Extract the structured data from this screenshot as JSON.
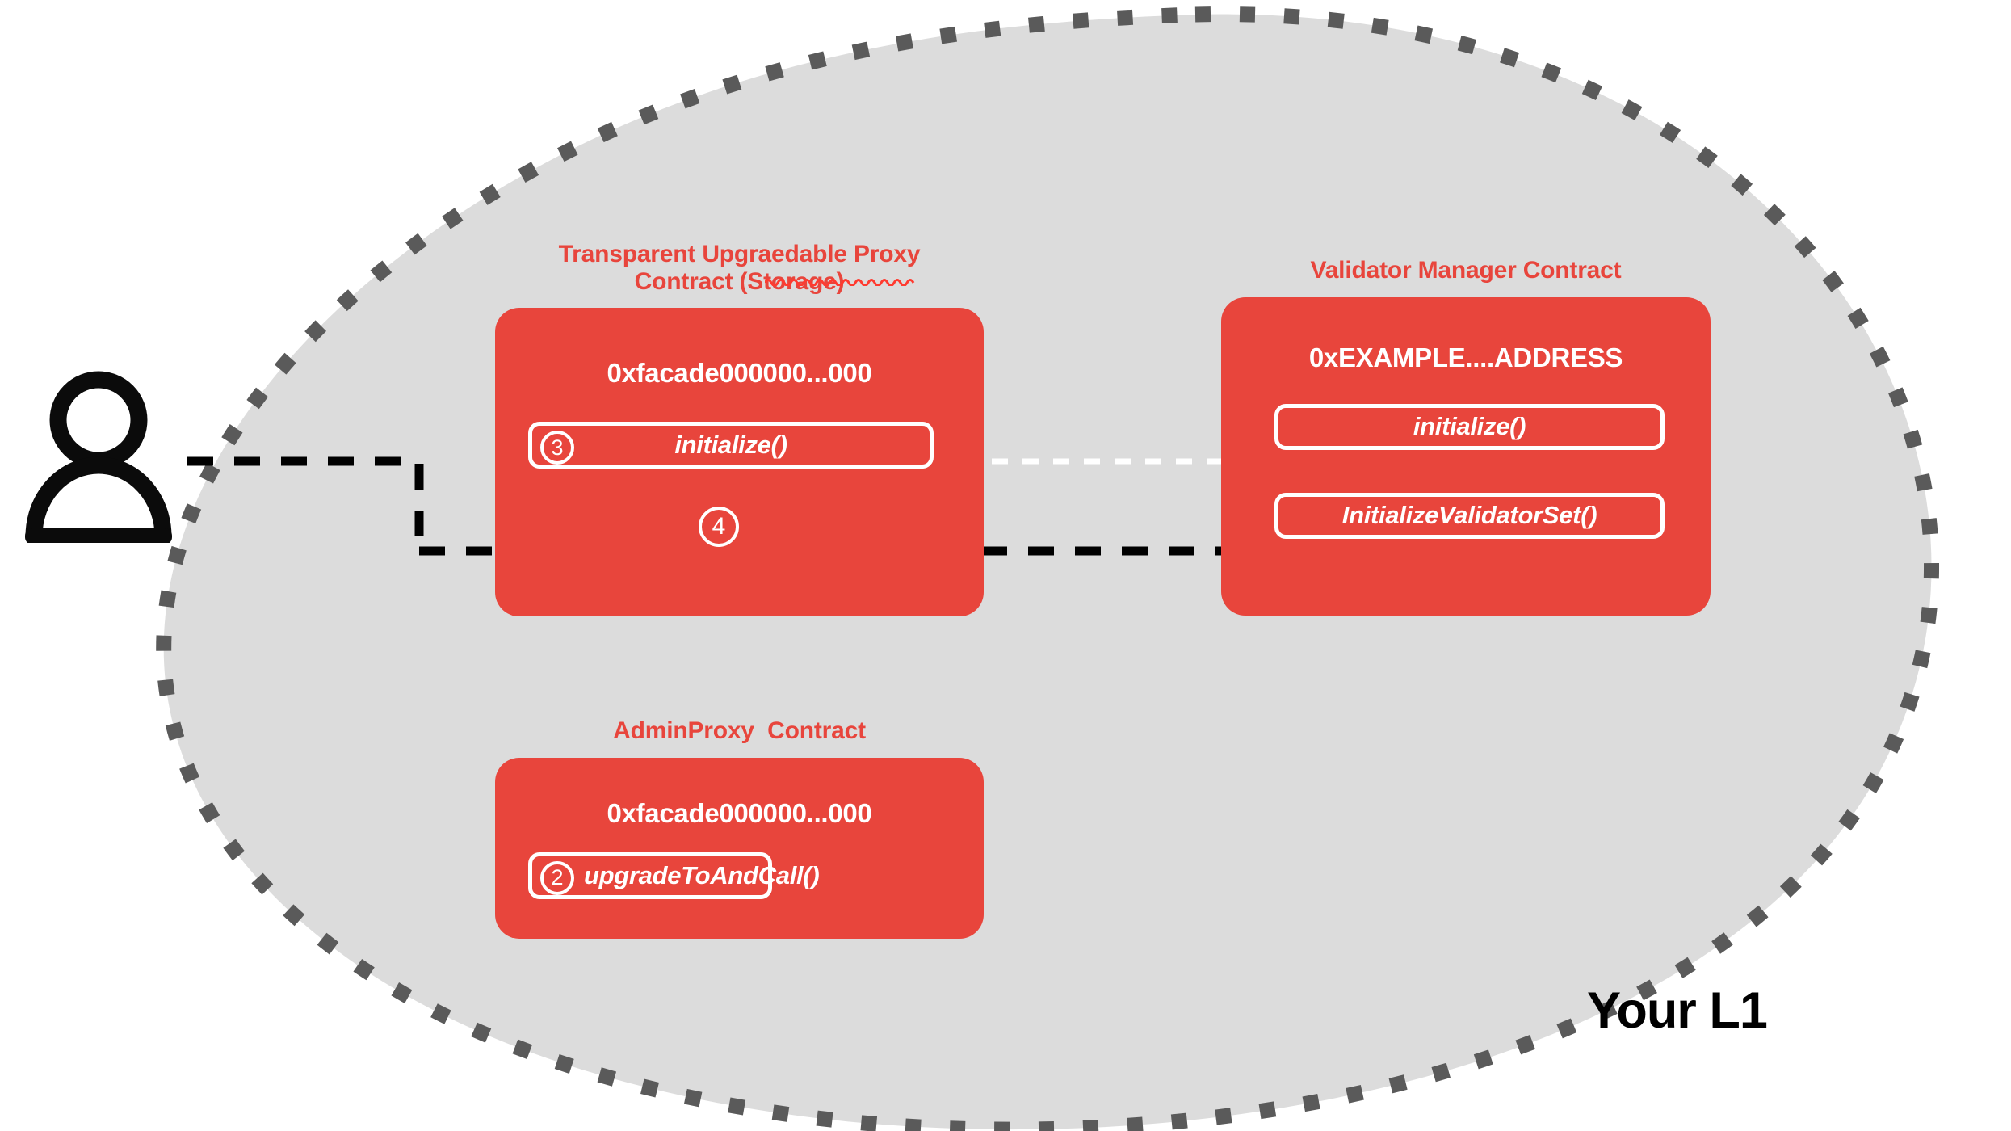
{
  "boundary": {
    "label": "Your L1",
    "fill_color": "#dcdcdc",
    "stroke_color": "#5a5a5a"
  },
  "actor": {
    "icon": "person-icon"
  },
  "palette": {
    "contract_red": "#E8453C",
    "white": "#ffffff",
    "black": "#000000",
    "spellcheck_red": "#FF3B30"
  },
  "contracts": [
    {
      "id": "transparent-proxy",
      "title": "Transparent Upgraedable Proxy\nContract (Storage)",
      "address": "0xfacade000000...000",
      "methods": [
        {
          "name": "initialize()",
          "step": "3"
        }
      ],
      "floating_step": "4"
    },
    {
      "id": "validator-manager",
      "title": "Validator Manager Contract",
      "address": "0xEXAMPLE....ADDRESS",
      "methods": [
        {
          "name": "initialize()",
          "step": ""
        },
        {
          "name": "InitializeValidatorSet()",
          "step": ""
        }
      ]
    },
    {
      "id": "admin-proxy",
      "title": "AdminProxy  Contract",
      "address": "0xfacade000000...000",
      "methods": [
        {
          "name": "upgradeToAndCall()",
          "step": "2"
        }
      ]
    }
  ],
  "connectors": [
    {
      "id": "proxy-to-vm-initialize",
      "style": "dashed",
      "color": "#ffffff",
      "arrowhead": "open"
    },
    {
      "id": "user-to-vm-initvalidatorset",
      "style": "dashed",
      "color": "#000000",
      "arrowhead": "filled"
    },
    {
      "id": "user-entry",
      "style": "dashed",
      "color": "#000000",
      "arrowhead": "none"
    }
  ]
}
